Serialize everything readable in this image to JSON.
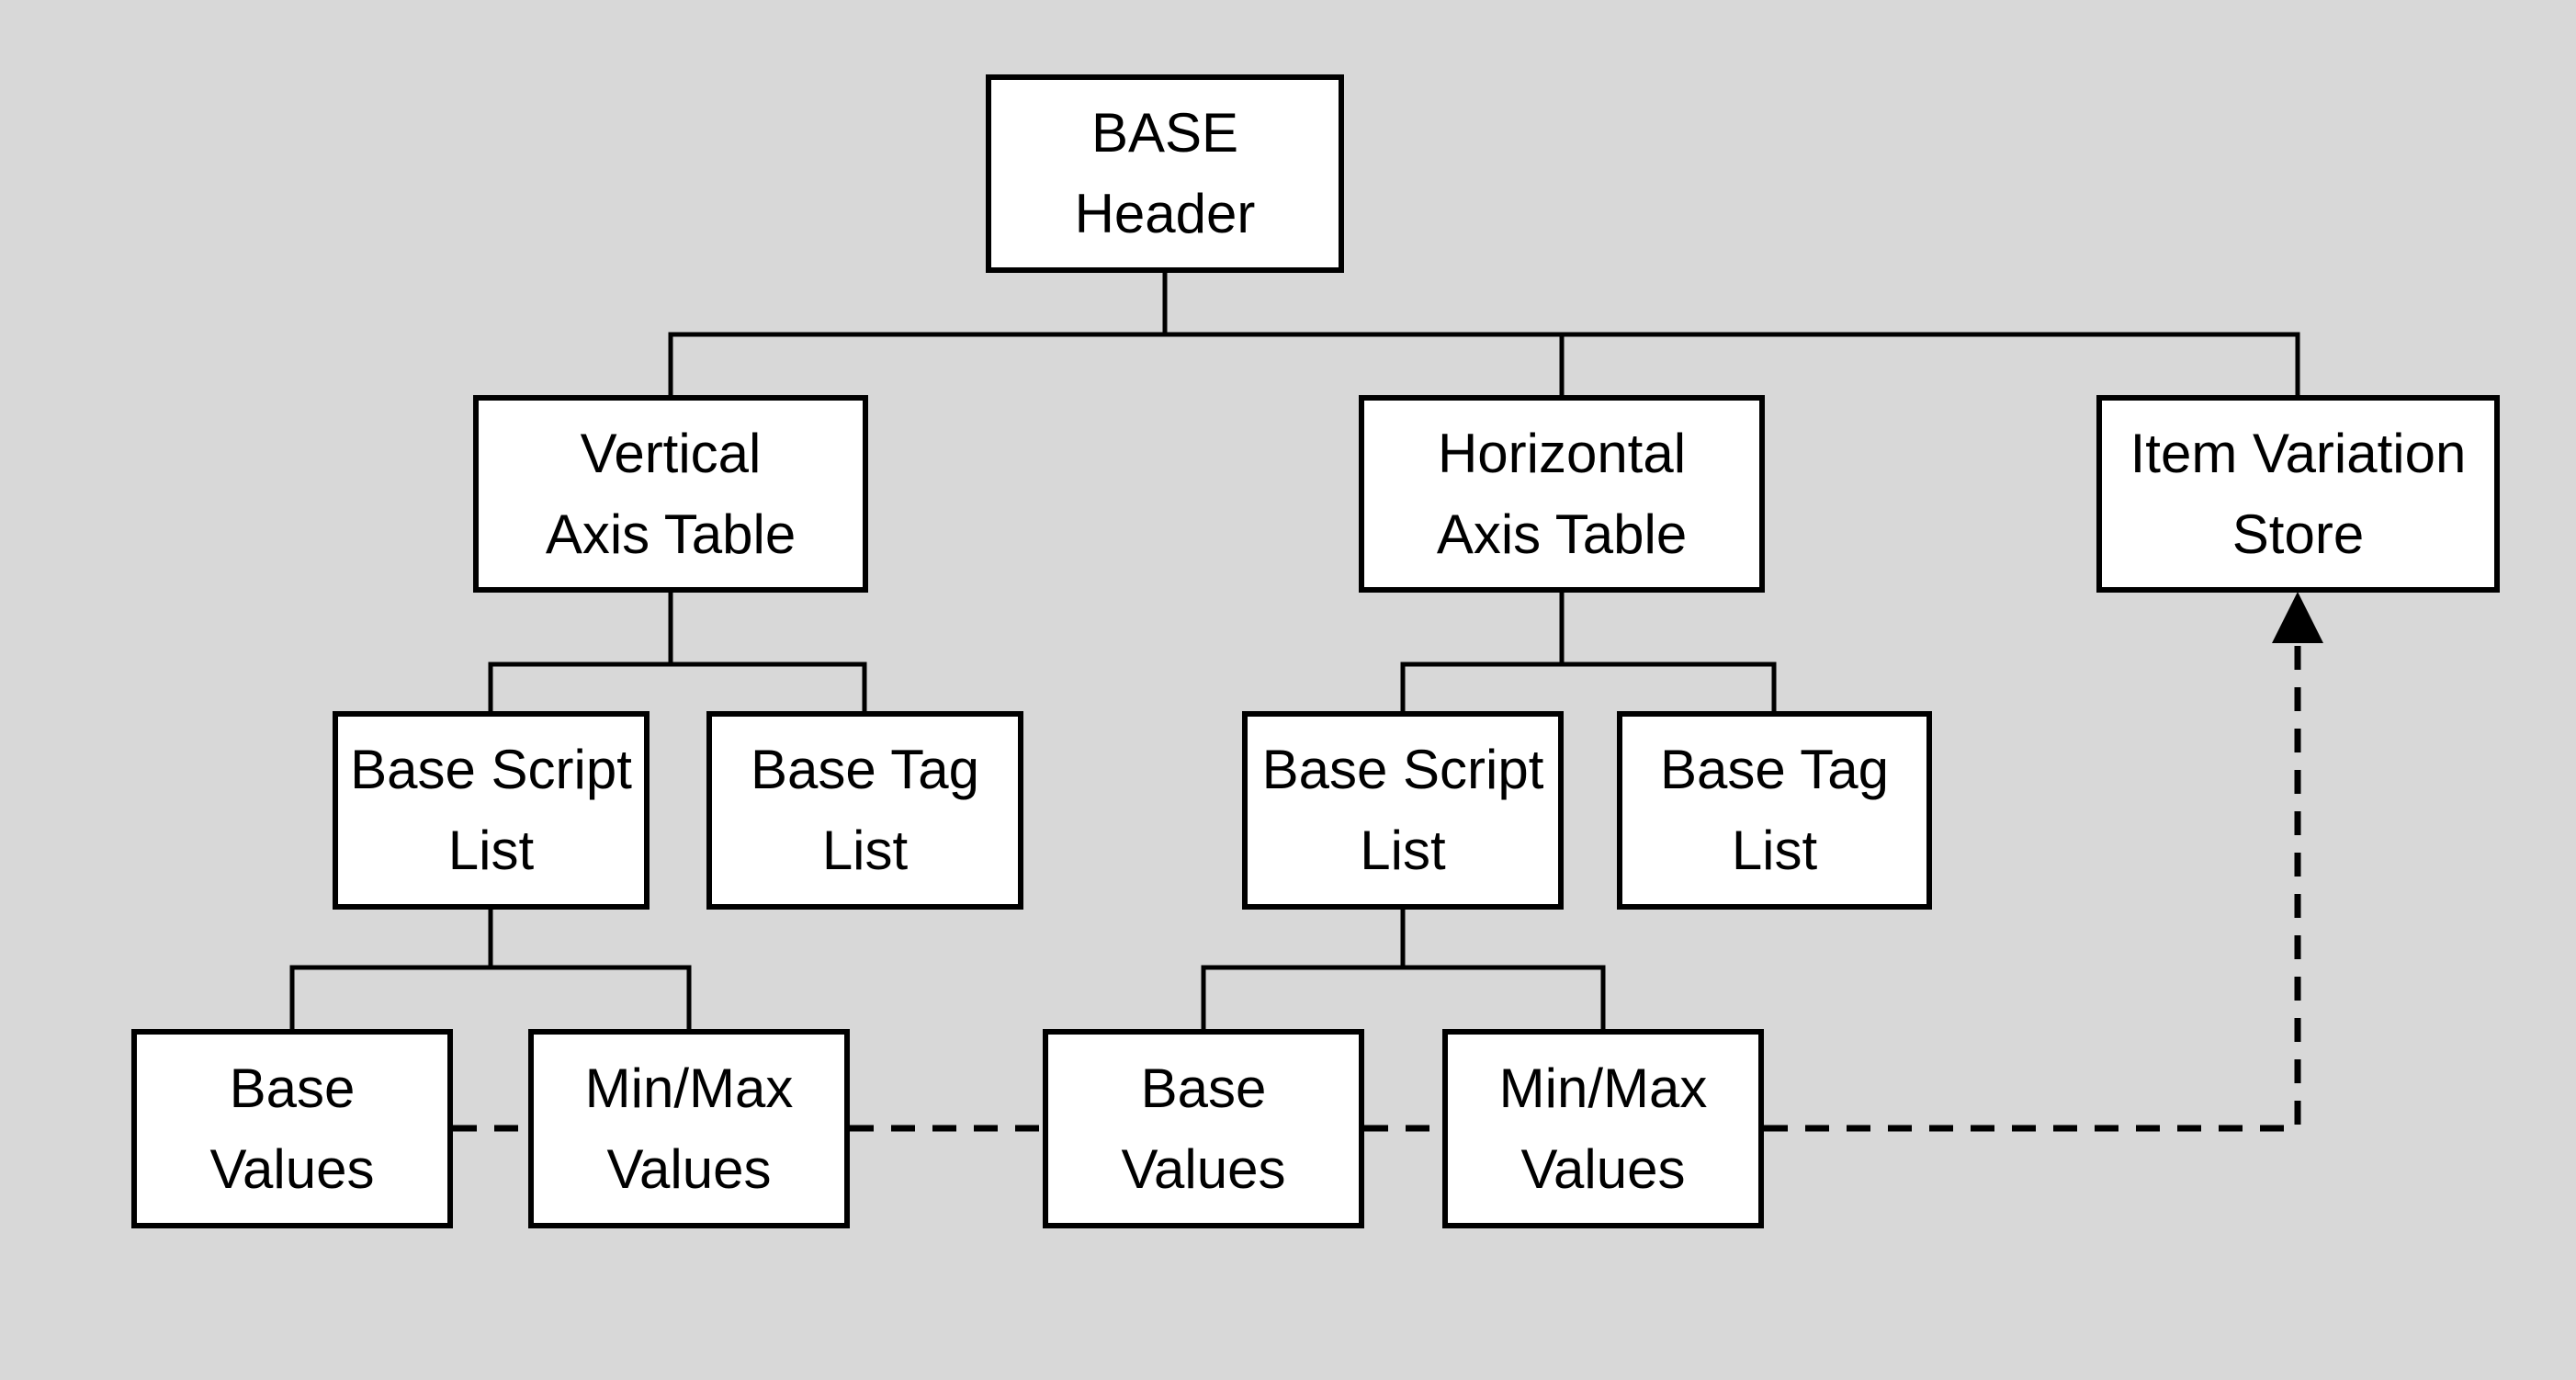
{
  "diagram": {
    "type": "tree-diagram",
    "colors": {
      "bg": "#d8d8d8",
      "node-fill": "#ffffff",
      "line": "#000000",
      "text": "#000000"
    },
    "nodes": {
      "base_header": {
        "label": "BASE\nHeader"
      },
      "vertical_axis_table": {
        "label": "Vertical\nAxis Table"
      },
      "horizontal_axis_table": {
        "label": "Horizontal\nAxis Table"
      },
      "item_variation_store": {
        "label": "Item Variation\nStore"
      },
      "base_script_list_v": {
        "label": "Base Script\nList"
      },
      "base_tag_list_v": {
        "label": "Base Tag\nList"
      },
      "base_script_list_h": {
        "label": "Base Script\nList"
      },
      "base_tag_list_h": {
        "label": "Base Tag\nList"
      },
      "base_values_v": {
        "label": "Base\nValues"
      },
      "minmax_values_v": {
        "label": "Min/Max\nValues"
      },
      "base_values_h": {
        "label": "Base\nValues"
      },
      "minmax_values_h": {
        "label": "Min/Max\nValues"
      }
    },
    "hierarchy": [
      {
        "parent": "BASE Header",
        "children": [
          "Vertical Axis Table",
          "Horizontal Axis Table",
          "Item Variation Store"
        ],
        "line_style": "solid"
      },
      {
        "parent": "Vertical Axis Table",
        "children": [
          "Base Script List",
          "Base Tag List"
        ],
        "line_style": "solid"
      },
      {
        "parent": "Horizontal Axis Table",
        "children": [
          "Base Script List",
          "Base Tag List"
        ],
        "line_style": "solid"
      },
      {
        "parent": "Base Script List (vertical)",
        "children": [
          "Base Values",
          "Min/Max Values"
        ],
        "line_style": "solid"
      },
      {
        "parent": "Base Script List (horizontal)",
        "children": [
          "Base Values",
          "Min/Max Values"
        ],
        "line_style": "solid"
      }
    ],
    "dashed_flow": {
      "through": [
        "Base Values",
        "Min/Max Values",
        "Base Values",
        "Min/Max Values"
      ],
      "to": "Item Variation Store",
      "line_style": "dashed",
      "arrow": "up"
    }
  }
}
